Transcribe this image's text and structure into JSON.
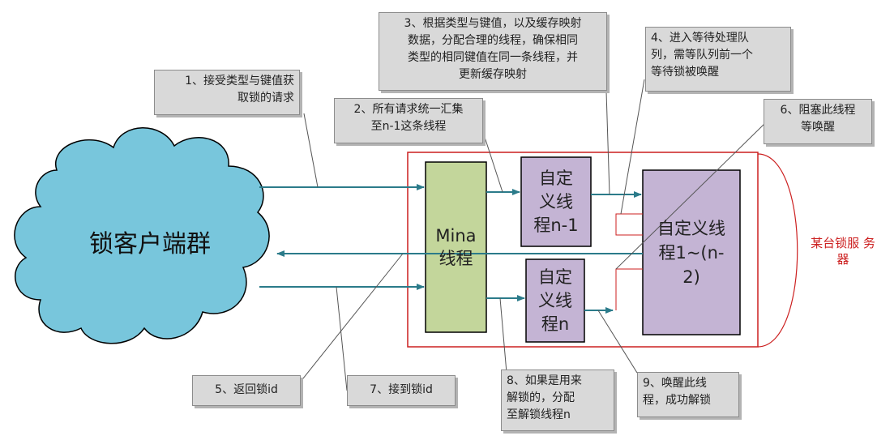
{
  "cloud": {
    "label": "锁客户端群"
  },
  "threads": {
    "mina": "Mina\n线程",
    "custom_n_minus_1": "自定\n义线\n程n-1",
    "custom_n": "自定\n义线\n程n",
    "custom_1_to_n2": "自定义线\n程1~(n-\n2)"
  },
  "server_label": "某台锁服\n务器",
  "notes": {
    "n1": "1、接受类型与键值获\n取锁的请求",
    "n2": "2、所有请求统一汇集\n至n-1这条线程",
    "n3": "3、根据类型与键值，以及缓存映射\n数据，分配合理的线程，确保相同\n类型的相同键值在同一条线程，并\n更新缓存映射",
    "n4": "4、进入等待处理队\n列，需等队列前一个\n等待锁被唤醒",
    "n5": "5、返回锁id",
    "n6": "6、阻塞此线程\n等唤醒",
    "n7": "7、接到锁id",
    "n8": "8、如果是用来\n解锁的，分配\n至解锁线程n",
    "n9": "9、唤醒此线\n程，成功解锁"
  },
  "colors": {
    "cloud_fill": "#78c6dc",
    "mina_fill": "#c3d69b",
    "custom_fill": "#c4b4d4",
    "arrow": "#2b7b8a",
    "server_border": "#cc1f1f",
    "note_fill": "#d9d9d9"
  }
}
